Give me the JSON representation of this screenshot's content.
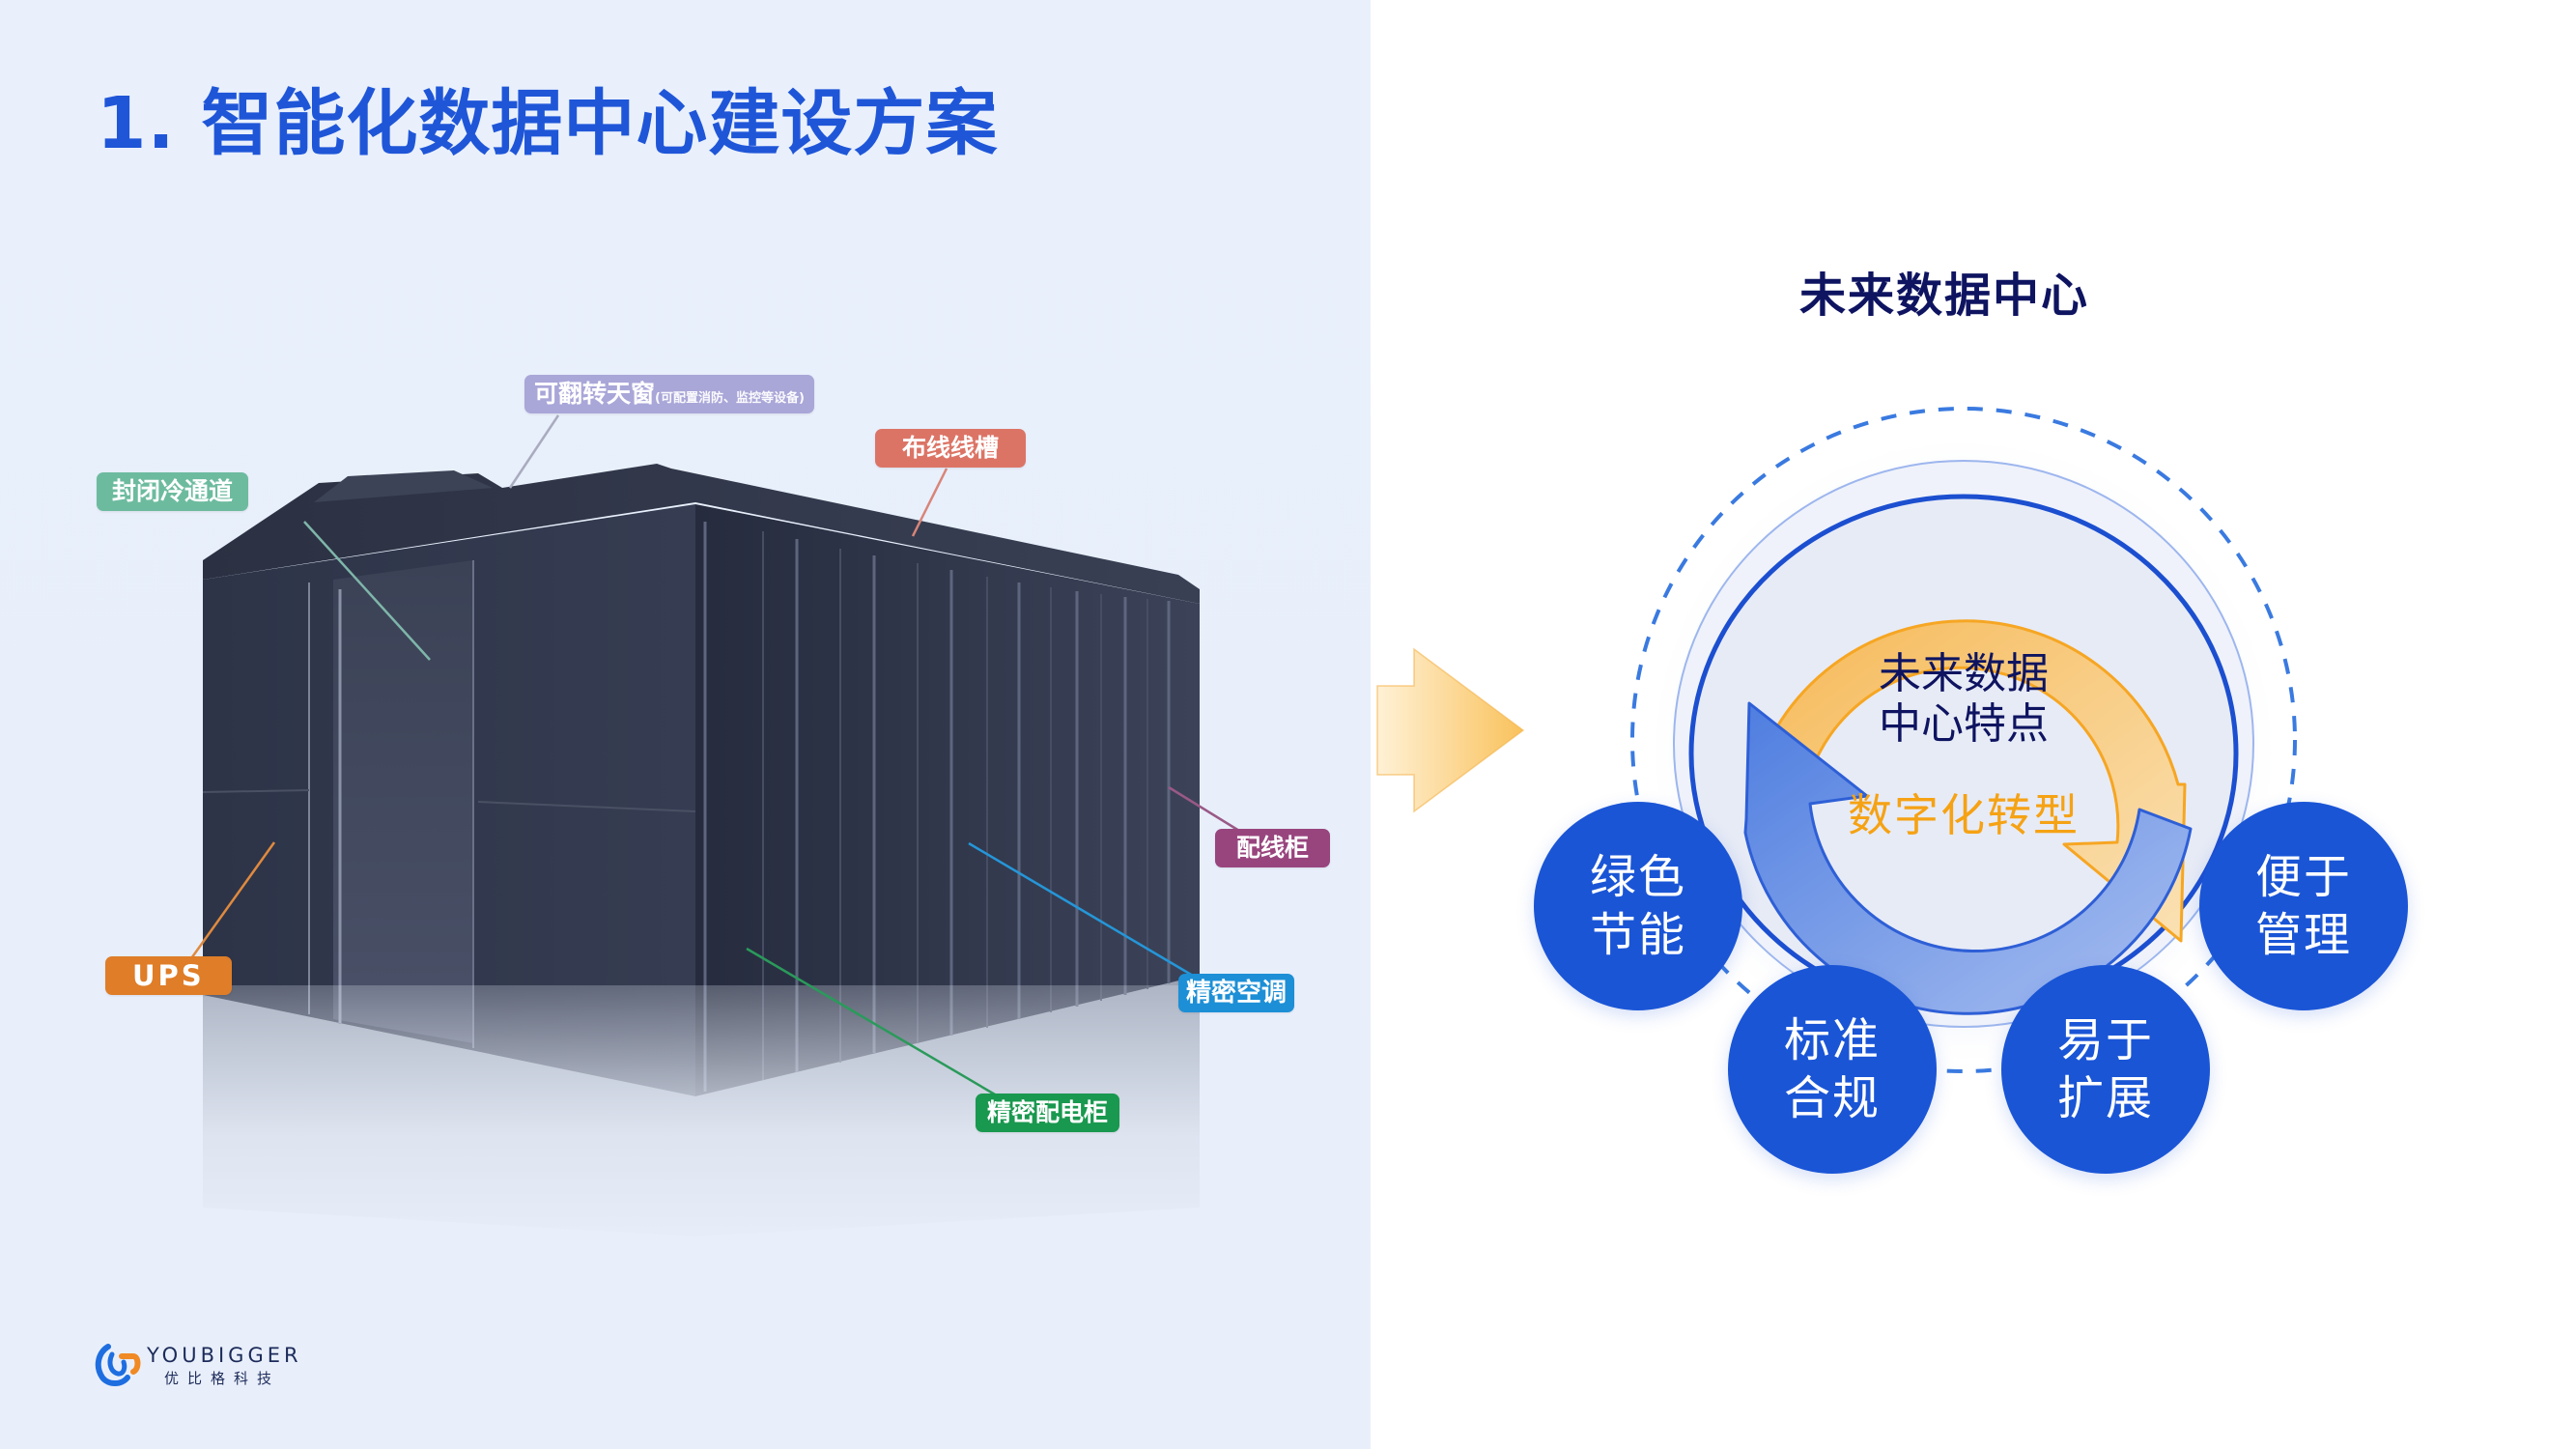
{
  "slide": {
    "title": "1. 智能化数据中心建设方案"
  },
  "rack_image": {
    "callouts": [
      {
        "id": "cold-aisle",
        "label": "封闭冷通道",
        "color": "#6dbb9f"
      },
      {
        "id": "skylight",
        "label": "可翻转天窗",
        "sub": "(可配置消防、监控等设备)",
        "color": "#a9a6d8"
      },
      {
        "id": "cable-tray",
        "label": "布线线槽",
        "color": "#dc7466"
      },
      {
        "id": "patch-cabinet",
        "label": "配线柜",
        "color": "#98457e"
      },
      {
        "id": "ups",
        "label": "UPS",
        "color": "#df7d28"
      },
      {
        "id": "precision-ac",
        "label": "精密空调",
        "color": "#1d8fd6"
      },
      {
        "id": "power-cabinet",
        "label": "精密配电柜",
        "color": "#19984f"
      }
    ]
  },
  "diagram": {
    "heading": "未来数据中心",
    "center_title_line1": "未来数据",
    "center_title_line2": "中心特点",
    "center_subtitle": "数字化转型",
    "features": [
      {
        "line1": "绿色",
        "line2": "节能"
      },
      {
        "line1": "标准",
        "line2": "合规"
      },
      {
        "line1": "易于",
        "line2": "扩展"
      },
      {
        "line1": "便于",
        "line2": "管理"
      }
    ],
    "colors": {
      "feature_blue": "#1a55d6",
      "ring_blue": "#1c4fd0",
      "orange": "#f5a214",
      "heading_navy": "#0e1460"
    }
  },
  "brand": {
    "name_en": "YOUBIGGER",
    "name_cn": "优比格科技",
    "logo_icon": "youbigger-logo-icon"
  }
}
